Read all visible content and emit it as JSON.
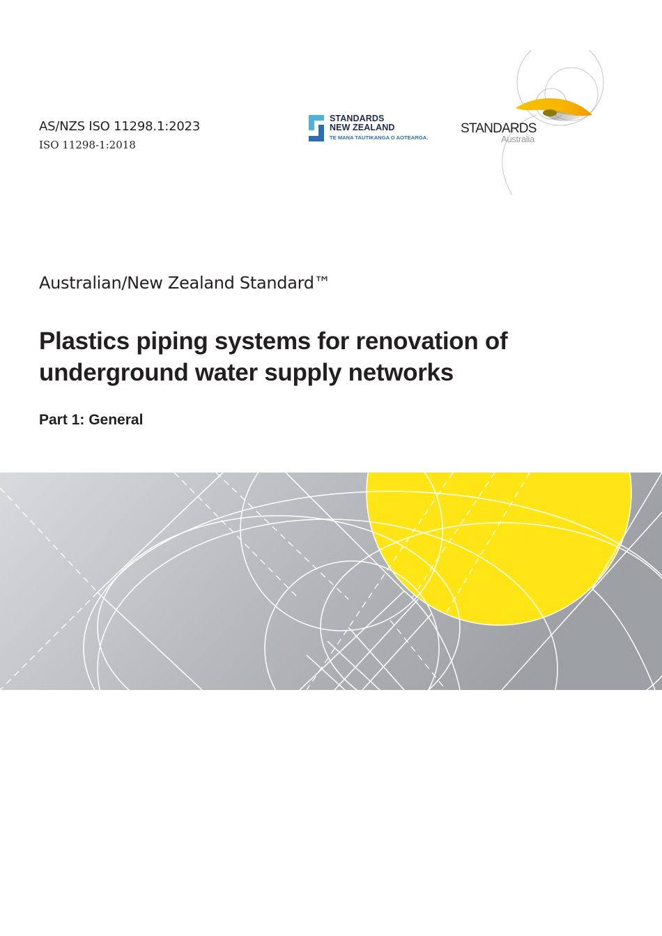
{
  "header": {
    "standard_number": "AS/NZS ISO 11298.1:2023",
    "iso_number": "ISO 11298-1:2018"
  },
  "logos": {
    "standards_nz": {
      "line1": "STANDARDS",
      "line2": "NEW ZEALAND",
      "tagline": "TE MANA TAUTIKANGA O AOTEAROA.",
      "colors": {
        "navy": "#1d2a4d",
        "light_blue": "#4fb3d9",
        "blue": "#2c6eb5"
      }
    },
    "standards_australia": {
      "name": "STANDARDS",
      "sub": "Australia",
      "colors": {
        "yellow": "#f5b400",
        "orange": "#f39a00",
        "olive": "#8a7a00",
        "gray": "#9a9a9a"
      }
    }
  },
  "cover": {
    "kicker": "Australian/New Zealand Standard™",
    "title_line1": "Plastics piping systems for renovation of",
    "title_line2": "underground water supply networks",
    "part": "Part 1: General"
  },
  "graphic": {
    "background_from": "#d6d8da",
    "background_to": "#9fa2a6",
    "accent_circle": "#ffe516",
    "line_color": "#ffffff"
  }
}
